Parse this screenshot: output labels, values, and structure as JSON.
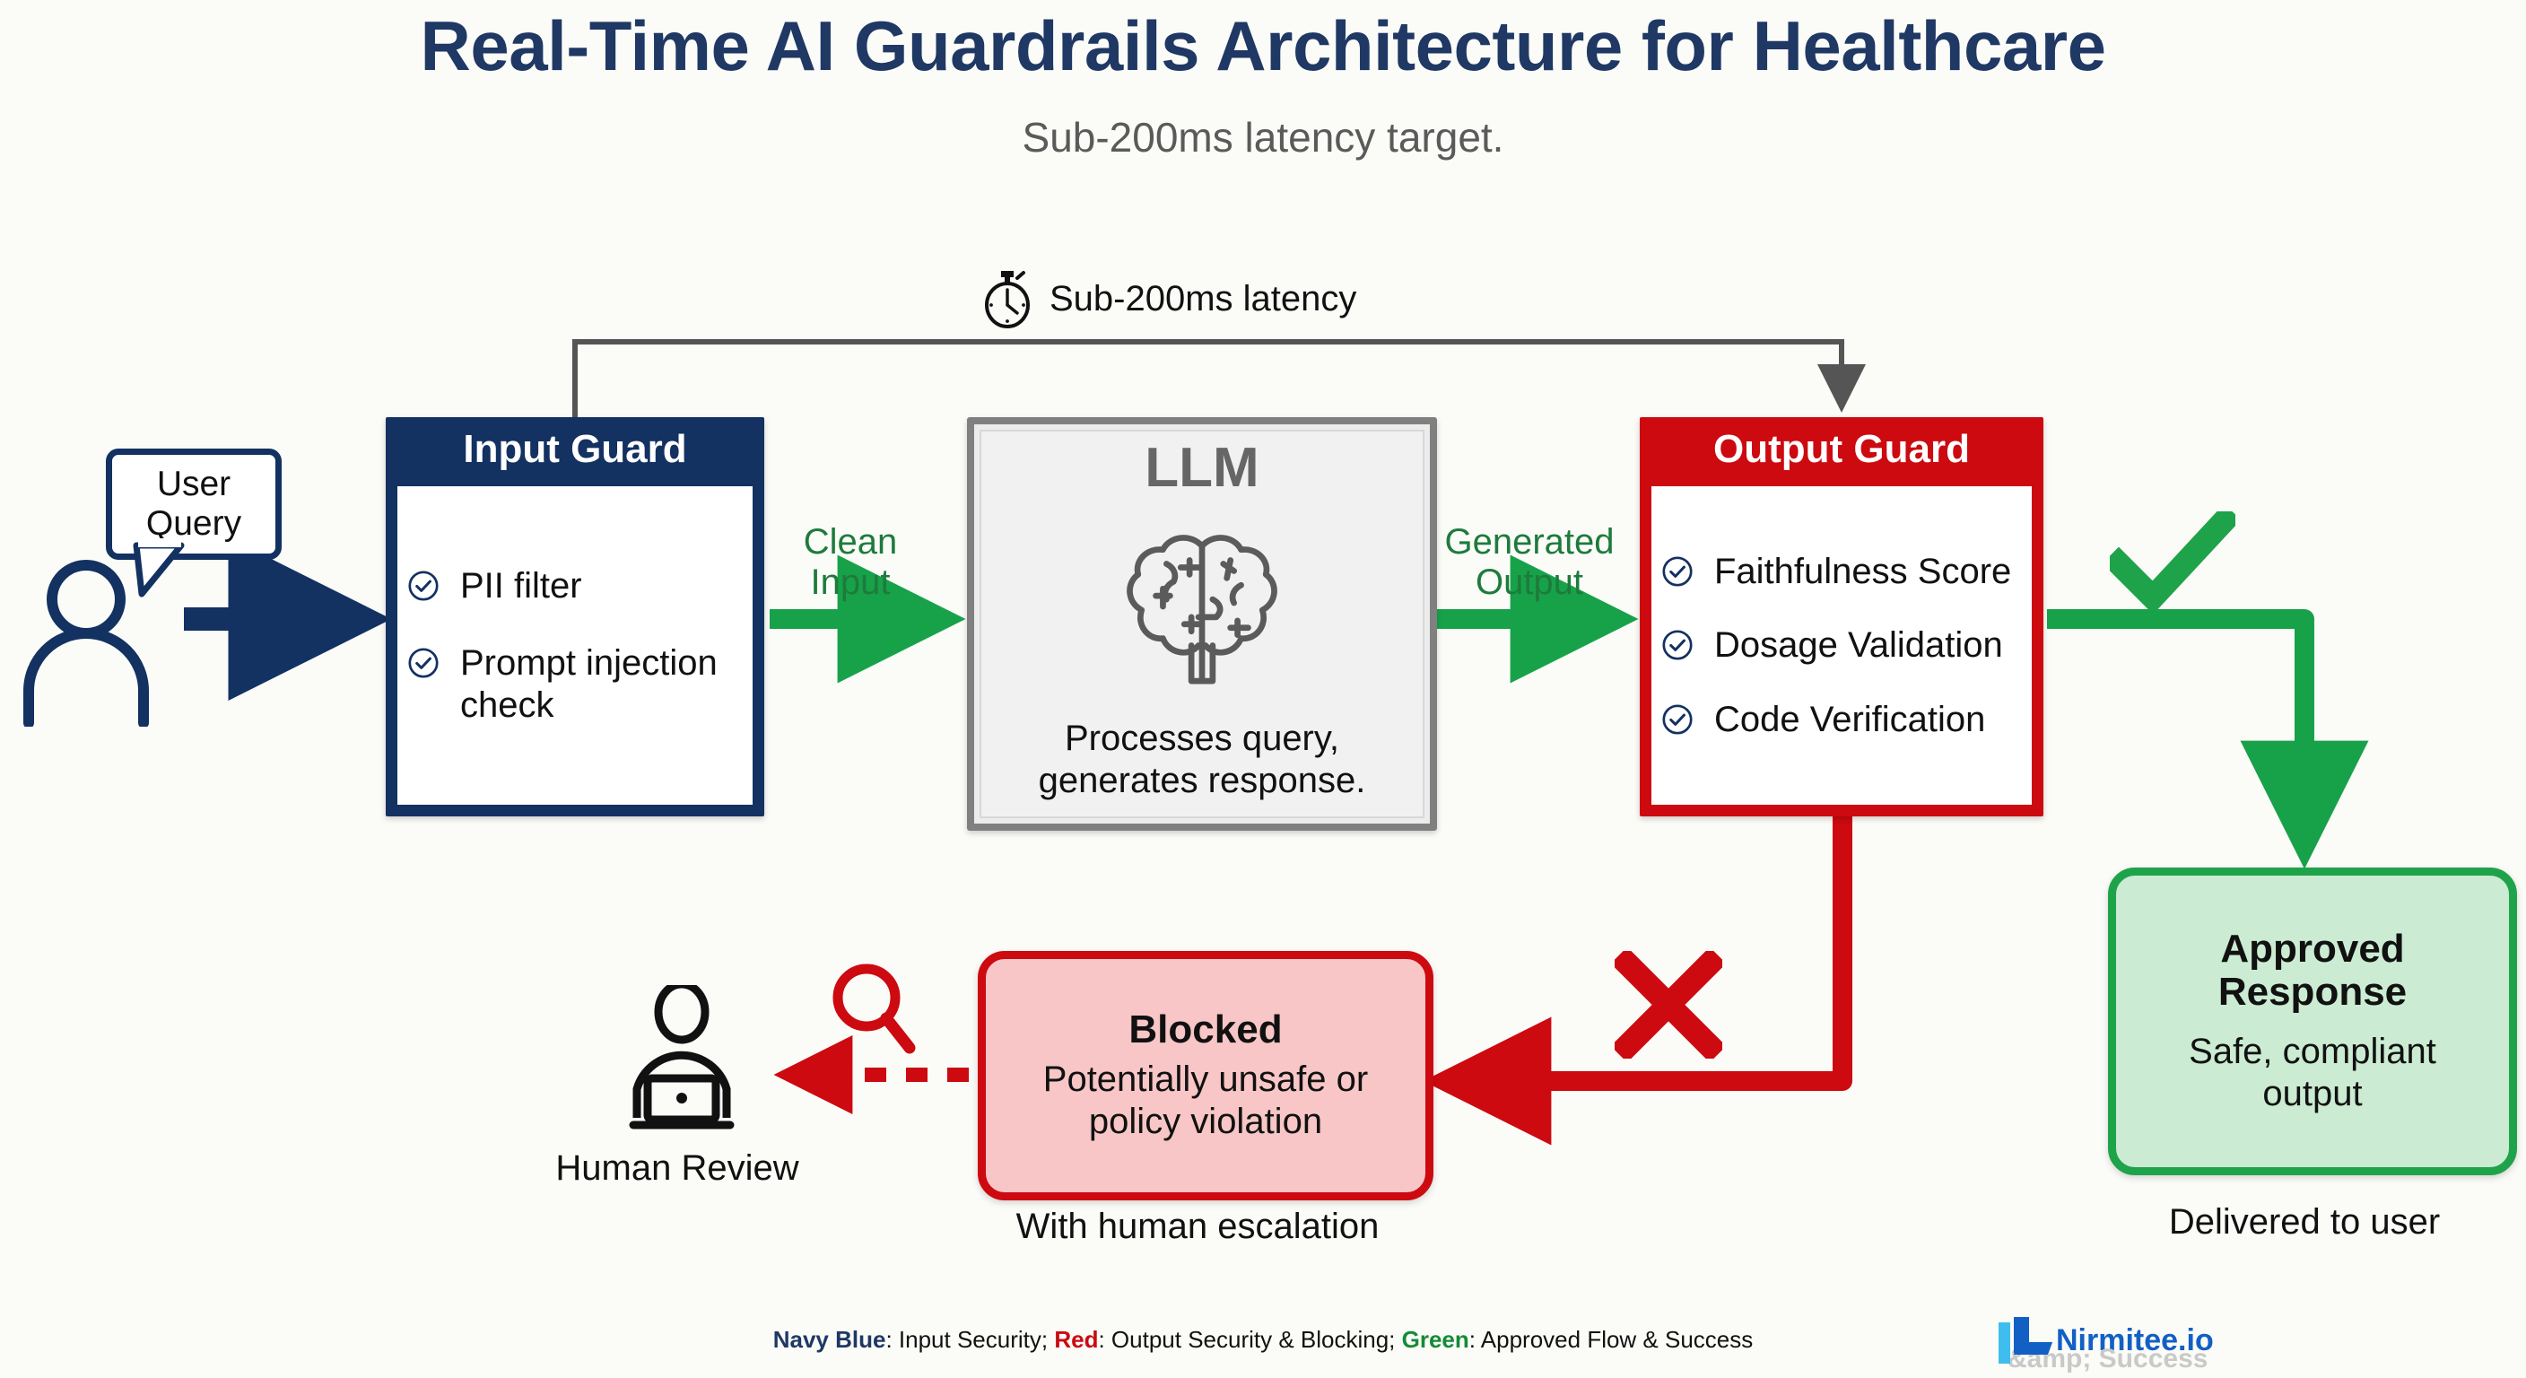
{
  "header": {
    "title": "Real-Time AI Guardrails Architecture for Healthcare",
    "subtitle": "Sub-200ms latency target."
  },
  "latency": {
    "icon": "stopwatch-icon",
    "label": "Sub-200ms latency"
  },
  "user": {
    "icon": "user-person-icon",
    "bubble_line1": "User",
    "bubble_line2": "Query"
  },
  "input_guard": {
    "title": "Input Guard",
    "color": "#133161",
    "checks": [
      "PII filter",
      "Prompt injection check"
    ]
  },
  "llm": {
    "title": "LLM",
    "icon": "brain-icon",
    "description_line1": "Processes query,",
    "description_line2": "generates response.",
    "color": "#808080"
  },
  "output_guard": {
    "title": "Output Guard",
    "color": "#CC0A10",
    "checks": [
      "Faithfulness Score",
      "Dosage Validation",
      "Code Verification"
    ]
  },
  "flow_labels": {
    "clean_input_line1": "Clean",
    "clean_input_line2": "Input",
    "generated_output_line1": "Generated",
    "generated_output_line2": "Output",
    "color": "#1E7B3C"
  },
  "approved": {
    "title_line1": "Approved",
    "title_line2": "Response",
    "description_line1": "Safe, compliant",
    "description_line2": "output",
    "caption": "Delivered to user",
    "status_icon": "green-checkmark-icon",
    "color": "#1FA34A"
  },
  "blocked": {
    "title": "Blocked",
    "description_line1": "Potentially unsafe or",
    "description_line2": "policy violation",
    "caption": "With human escalation",
    "status_icon": "red-x-icon",
    "color": "#CC0A10"
  },
  "human_review": {
    "icon": "person-at-laptop-icon",
    "magnifier_icon": "magnifying-glass-icon",
    "caption": "Human Review"
  },
  "footer": {
    "navy_key": "Navy Blue",
    "navy_text": ": Input Security; ",
    "red_key": "Red",
    "red_text": ": Output Security & Blocking; ",
    "green_key": "Green",
    "green_text": ": Approved Flow & Success",
    "logo_name": "Nirmitee.io",
    "logo_tagline": "&amp; Success"
  }
}
